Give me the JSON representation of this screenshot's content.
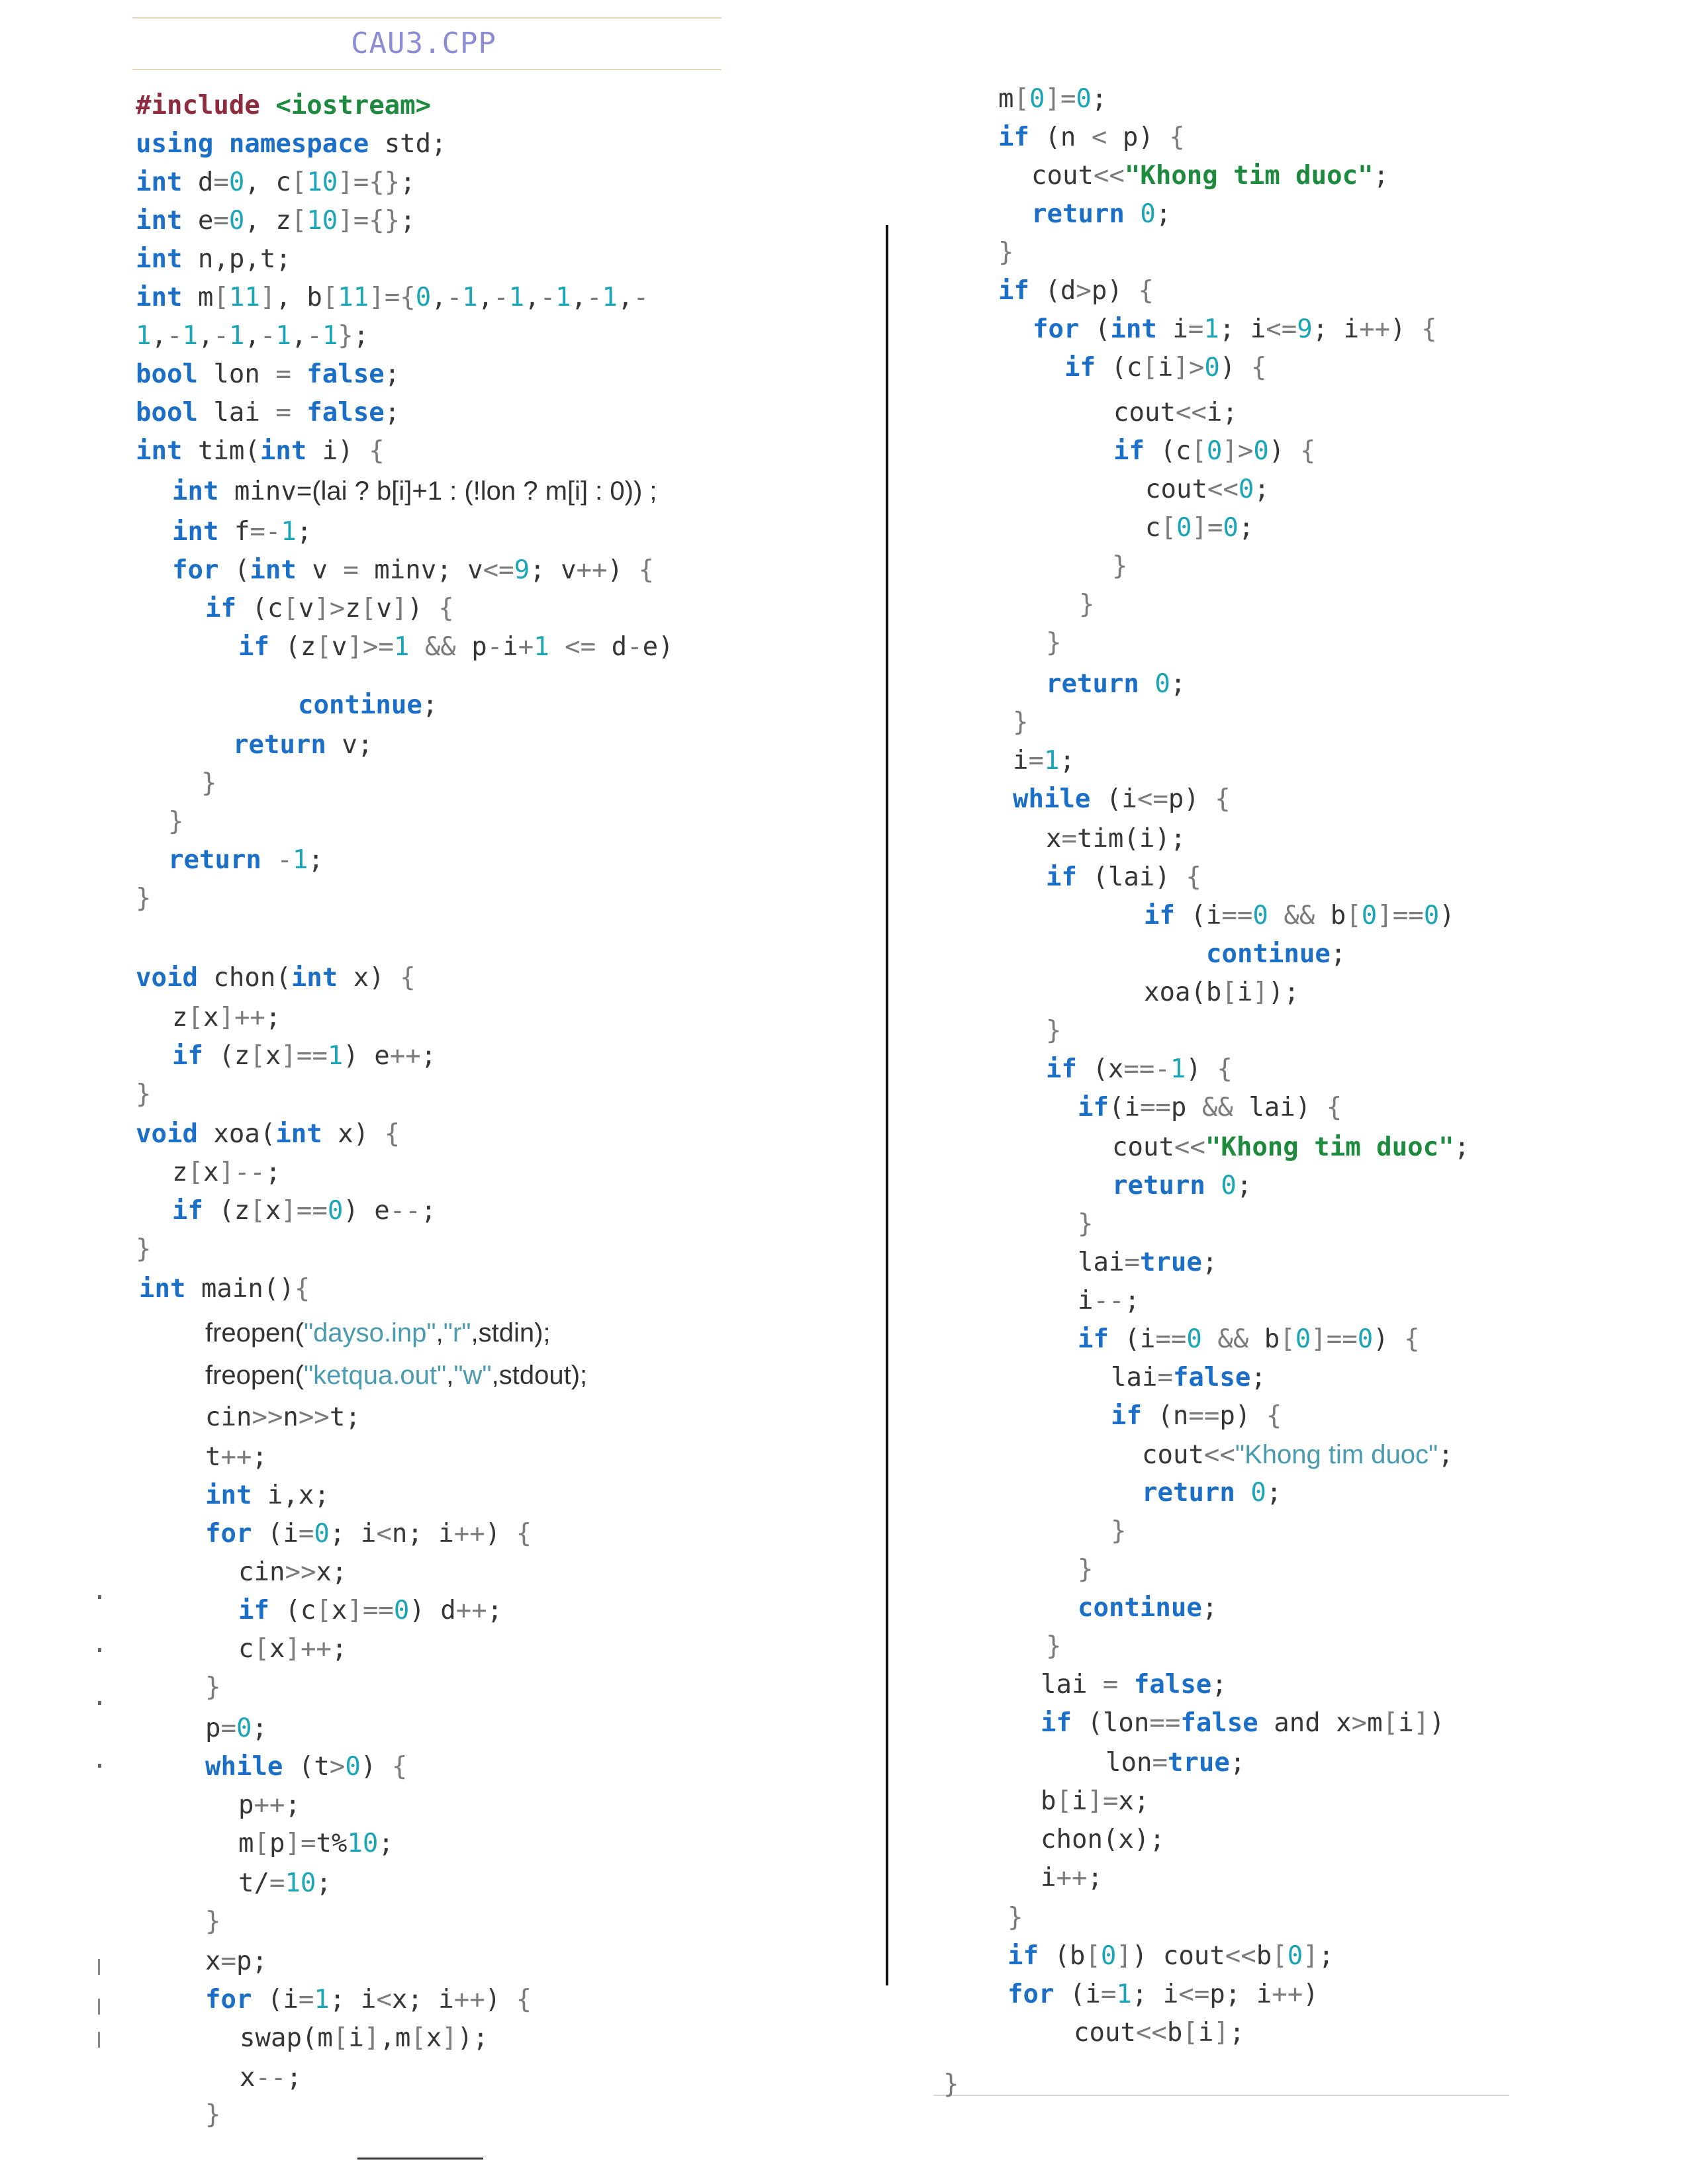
{
  "document": {
    "filename": "CAU3.CPP",
    "left_lines": [
      "#include <iostream>",
      "using namespace std;",
      "int d=0, c[10]={};",
      "int e=0, z[10]={};",
      "int n,p,t;",
      "int m[11], b[11]={0,-1,-1,-1,-1,-",
      "1,-1,-1,-1,-1};",
      "bool lon = false;",
      "bool lai = false;",
      "int tim(int i) {",
      "int minv=(lai ? b[i]+1 : (!lon ? m[i] : 0)) ;",
      "int f=-1;",
      "for (int v = minv; v<=9; v++) {",
      "if (c[v]>z[v]) {",
      "if (z[v]>=1 && p-i+1 <= d-e)",
      "continue;",
      "return v;",
      "}",
      "}",
      "return -1;",
      "}",
      "void chon(int x) {",
      "z[x]++;",
      "if (z[x]==1) e++;",
      "}",
      "void xoa(int x) {",
      "z[x]--;",
      "if (z[x]==0) e--;",
      "}",
      "int main(){",
      "freopen(\"dayso.inp\",\"r\",stdin);",
      "freopen(\"ketqua.out\",\"w\",stdout);",
      "cin>>n>>t;",
      "t++;",
      "int i,x;",
      "for (i=0; i<n; i++) {",
      "cin>>x;",
      "if (c[x]==0) d++;",
      "c[x]++;",
      "}",
      "p=0;",
      "while (t>0) {",
      "p++;",
      "m[p]=t%10;",
      "t/=10;",
      "}",
      "x=p;",
      "for (i=1; i<x; i++) {",
      "swap(m[i],m[x]);",
      "x--;",
      "}"
    ],
    "right_lines": [
      "m[0]=0;",
      "if (n < p) {",
      "cout<<\"Khong tim duoc\";",
      "return 0;",
      "}",
      "if (d>p) {",
      "for (int i=1; i<=9; i++) {",
      "if (c[i]>0) {",
      "cout<<i;",
      "if (c[0]>0) {",
      "cout<<0;",
      "c[0]=0;",
      "}",
      "}",
      "}",
      "return 0;",
      "}",
      "i=1;",
      "while (i<=p) {",
      "x=tim(i);",
      "if (lai) {",
      "if (i==0 && b[0]==0)",
      "continue;",
      "xoa(b[i]);",
      "}",
      "if (x==-1) {",
      "if(i==p && lai) {",
      "cout<<\"Khong tim duoc\";",
      "return 0;",
      "}",
      "lai=true;",
      "i--;",
      "if (i==0 && b[0]==0) {",
      "lai=false;",
      "if (n==p) {",
      "cout<<\"Khong tim duoc\";",
      "return 0;",
      "}",
      "}",
      "continue;",
      "}",
      "lai = false;",
      "if (lon==false and x>m[i])",
      "lon=true;",
      "b[i]=x;",
      "chon(x);",
      "i++;",
      "}",
      "if (b[0]) cout<<b[0];",
      "for (i=1; i<=p; i++)",
      "cout<<b[i];",
      "}"
    ]
  }
}
